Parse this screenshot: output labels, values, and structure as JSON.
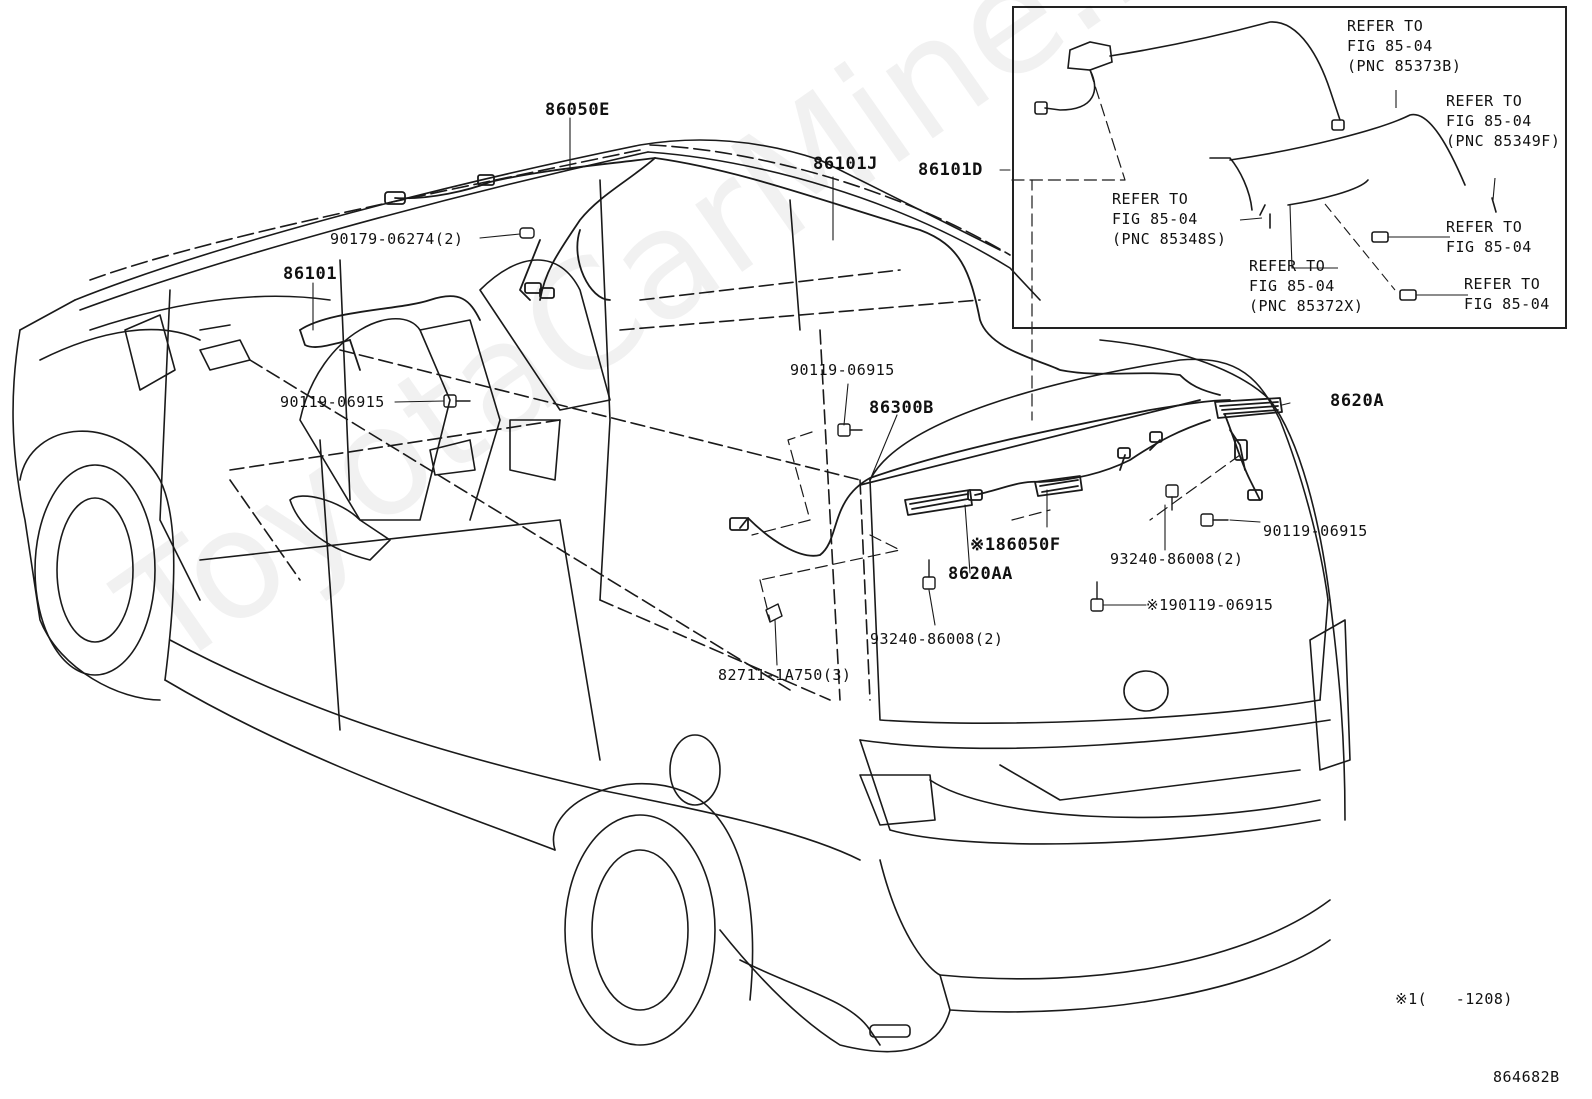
{
  "parts": {
    "p86050E": "86050E",
    "p86101J": "86101J",
    "p86101D": "86101D",
    "p90179": "90179-06274(2)",
    "p86101": "86101",
    "p90119_left": "90119-06915",
    "p90119_mid": "90119-06915",
    "p86300B": "86300B",
    "p8620A": "8620A",
    "p90119_right": "90119-06915",
    "p86050F": "※186050F",
    "p93240_right": "93240-86008(2)",
    "p8620AA": "8620AA",
    "p90119_star": "※190119-06915",
    "p93240_low": "93240-86008(2)",
    "p82711": "82711-1A750(3)"
  },
  "refs": {
    "r85373B": [
      "REFER TO",
      "FIG 85-04",
      "(PNC 85373B)"
    ],
    "r85349F": [
      "REFER TO",
      "FIG 85-04",
      "(PNC 85349F)"
    ],
    "r85348S": [
      "REFER TO",
      "FIG 85-04",
      "(PNC 85348S)"
    ],
    "r_fig1": [
      "REFER TO",
      "FIG 85-04"
    ],
    "r85372X": [
      "REFER TO",
      "FIG 85-04",
      "(PNC 85372X)"
    ],
    "r_fig2": [
      "REFER TO",
      "FIG 85-04"
    ]
  },
  "footnote": "※1(   -1208)",
  "diagram_id": "864682B",
  "watermark": "ToyotaCarMine.ru"
}
